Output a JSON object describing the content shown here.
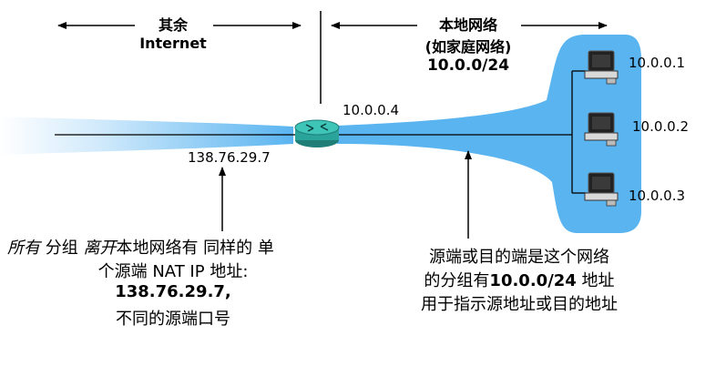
{
  "left_region": {
    "title": "其余",
    "subtitle": "Internet"
  },
  "right_region": {
    "title": "本地网络",
    "subtitle": "(如家庭网络)",
    "subnet": "10.0.0/24"
  },
  "router": {
    "wan_ip": "138.76.29.7",
    "lan_ip": "10.0.0.4"
  },
  "hosts": [
    {
      "ip": "10.0.0.1"
    },
    {
      "ip": "10.0.0.2"
    },
    {
      "ip": "10.0.0.3"
    }
  ],
  "left_note": {
    "line1_italic_a": "所有",
    "line1_a": " 分组 ",
    "line1_italic_b": "离开",
    "line1_b": "本地网络有 同样的 单",
    "line2": "个源端 NAT IP 地址:",
    "line3": "138.76.29.7,",
    "line4": "不同的源端口号"
  },
  "right_note": {
    "line1": "源端或目的端是这个网络",
    "line2_a": "的分组有",
    "line2_b": "10.0.0/24",
    "line2_c": " 地址",
    "line3": "用于指示源地址或目的地址"
  },
  "colors": {
    "net_blue": "#5ab4f0",
    "router_teal": "#2aa39a"
  }
}
